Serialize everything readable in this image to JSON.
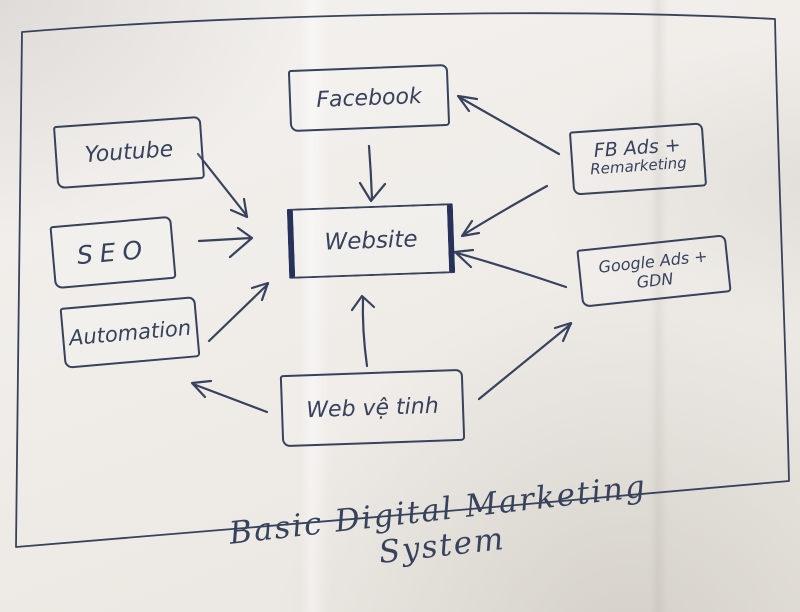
{
  "title": "Basic Digital Marketing System",
  "colors": {
    "ink": "#37425c",
    "ink_bold": "#27325a",
    "paper": "#f0ede9"
  },
  "nodes": {
    "facebook": {
      "label": "Facebook"
    },
    "youtube": {
      "label": "Youtube"
    },
    "seo": {
      "label": "SEO"
    },
    "automation": {
      "label": "Automation"
    },
    "website": {
      "label": "Website"
    },
    "fb_ads": {
      "label_line1": "FB Ads +",
      "label_line2": "Remarketing"
    },
    "google_ads": {
      "label": "Google Ads + GDN"
    },
    "web_ve_tinh": {
      "label": "Web vệ tinh"
    }
  },
  "edges": [
    {
      "from": "Facebook",
      "to": "Website"
    },
    {
      "from": "FB Ads + Remarketing",
      "to": "Facebook"
    },
    {
      "from": "FB Ads + Remarketing",
      "to": "Website"
    },
    {
      "from": "Google Ads + GDN",
      "to": "Website"
    },
    {
      "from": "Youtube",
      "to": "Website"
    },
    {
      "from": "SEO",
      "to": "Website"
    },
    {
      "from": "Automation",
      "to": "Website"
    },
    {
      "from": "Web vệ tinh",
      "to": "Website"
    },
    {
      "from": "Web vệ tinh",
      "to": "Automation"
    },
    {
      "from": "Web vệ tinh",
      "to": "Google Ads + GDN"
    }
  ]
}
